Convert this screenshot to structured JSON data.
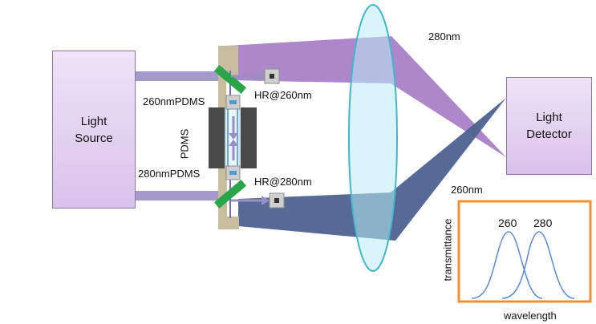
{
  "labels": {
    "light_source": "Light\nSource",
    "light_detector": "Light\nDetector",
    "pdms_260": "260nmPDMS",
    "pdms_280": "280nmPDMS",
    "pdms": "PDMS",
    "hr_260": "HR@260nm",
    "hr_280": "HR@280nm",
    "beam_280": "280nm",
    "beam_260": "260nm"
  },
  "inset": {
    "xlabel": "wavelength",
    "ylabel": "transmittance",
    "peak_1": "260",
    "peak_2": "280"
  },
  "colors": {
    "box_fill": "#e3cff1",
    "box_border": "#8d73b1",
    "beam_280": "#a77cc6",
    "beam_260": "#4d628f",
    "lens": "#b9ecf6",
    "lens_border": "#3fb7cf",
    "mirror": "#2aa54a",
    "mount": "#c7bc9b",
    "inset_border": "#f09033",
    "curve": "#5b8ad0",
    "pdms_block": "#4a4a4a"
  }
}
